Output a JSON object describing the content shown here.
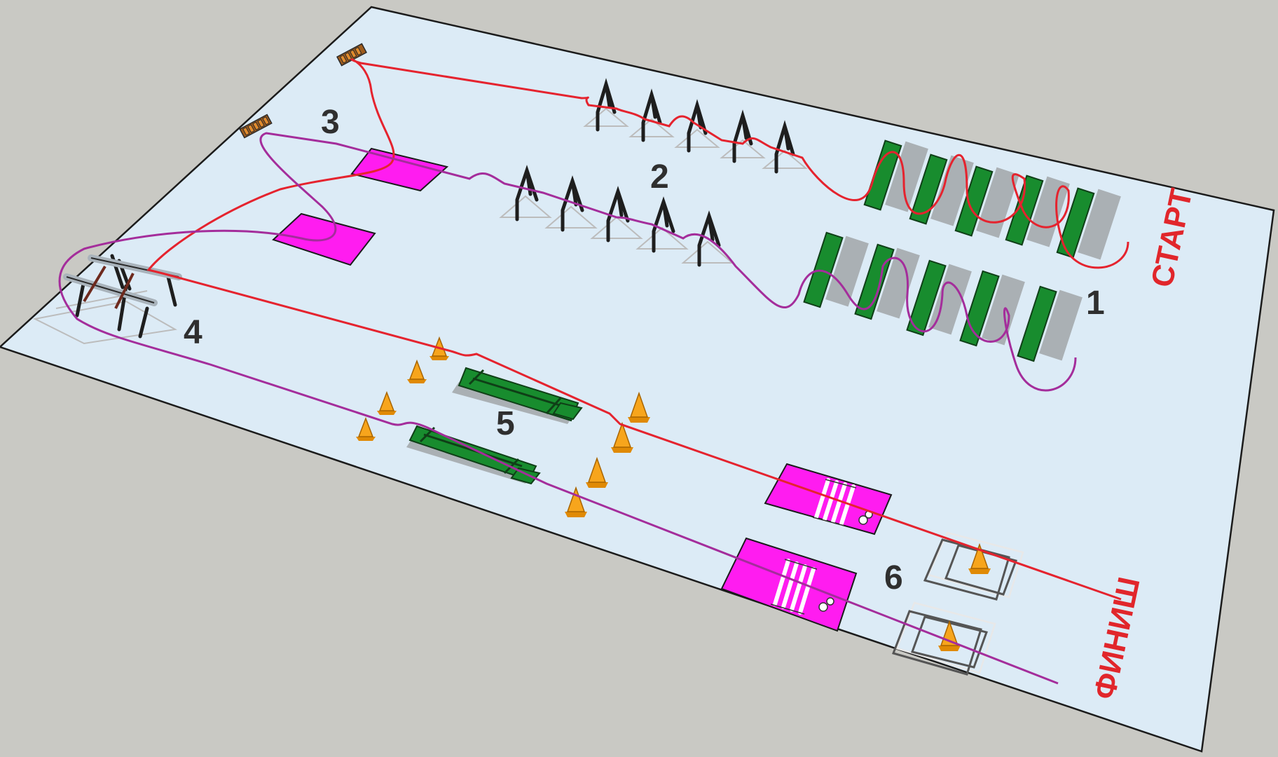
{
  "labels": {
    "start": "СТАРТ",
    "finish": "ФИНИШ"
  },
  "stations": {
    "s1": "1",
    "s2": "2",
    "s3": "3",
    "s4": "4",
    "s5": "5",
    "s6": "6"
  },
  "colors": {
    "background": "#c9c9c4",
    "floor": "#dcebf6",
    "route_red": "#e5232e",
    "route_purple": "#a42d9b",
    "mat": "#ff1cf0",
    "bench": "#188c2e",
    "cone": "#f7a51c",
    "label": "#e1262b"
  }
}
